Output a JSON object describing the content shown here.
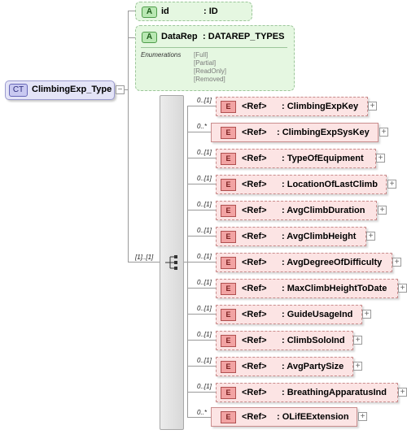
{
  "complex_type": {
    "badge": "CT",
    "name": "ClimbingExp_Type"
  },
  "attributes": [
    {
      "badge": "A",
      "name": "id",
      "type": ": ID"
    },
    {
      "badge": "A",
      "name": "DataRep",
      "type": ": DATAREP_TYPES",
      "enumerations_label": "Enumerations",
      "enumerations": [
        "[Full]",
        "[Partial]",
        "[ReadOnly]",
        "[Removed]"
      ]
    }
  ],
  "sequence": {
    "cardinality": "[1]..[1]"
  },
  "elements": [
    {
      "cardinality": "0..[1]",
      "badge": "E",
      "ref": "<Ref>",
      "name": ": ClimbingExpKey"
    },
    {
      "cardinality": "0..*",
      "badge": "E",
      "ref": "<Ref>",
      "name": ": ClimbingExpSysKey"
    },
    {
      "cardinality": "0..[1]",
      "badge": "E",
      "ref": "<Ref>",
      "name": ": TypeOfEquipment"
    },
    {
      "cardinality": "0..[1]",
      "badge": "E",
      "ref": "<Ref>",
      "name": ": LocationOfLastClimb"
    },
    {
      "cardinality": "0..[1]",
      "badge": "E",
      "ref": "<Ref>",
      "name": ": AvgClimbDuration"
    },
    {
      "cardinality": "0..[1]",
      "badge": "E",
      "ref": "<Ref>",
      "name": ": AvgClimbHeight"
    },
    {
      "cardinality": "0..[1]",
      "badge": "E",
      "ref": "<Ref>",
      "name": ": AvgDegreeOfDifficulty"
    },
    {
      "cardinality": "0..[1]",
      "badge": "E",
      "ref": "<Ref>",
      "name": ": MaxClimbHeightToDate"
    },
    {
      "cardinality": "0..[1]",
      "badge": "E",
      "ref": "<Ref>",
      "name": ": GuideUsageInd"
    },
    {
      "cardinality": "0..[1]",
      "badge": "E",
      "ref": "<Ref>",
      "name": ": ClimbSoloInd"
    },
    {
      "cardinality": "0..[1]",
      "badge": "E",
      "ref": "<Ref>",
      "name": ": AvgPartySize"
    },
    {
      "cardinality": "0..[1]",
      "badge": "E",
      "ref": "<Ref>",
      "name": ": BreathingApparatusInd"
    },
    {
      "cardinality": "0..*",
      "badge": "E",
      "ref": "<Ref>",
      "name": ": OLifEExtension"
    }
  ]
}
